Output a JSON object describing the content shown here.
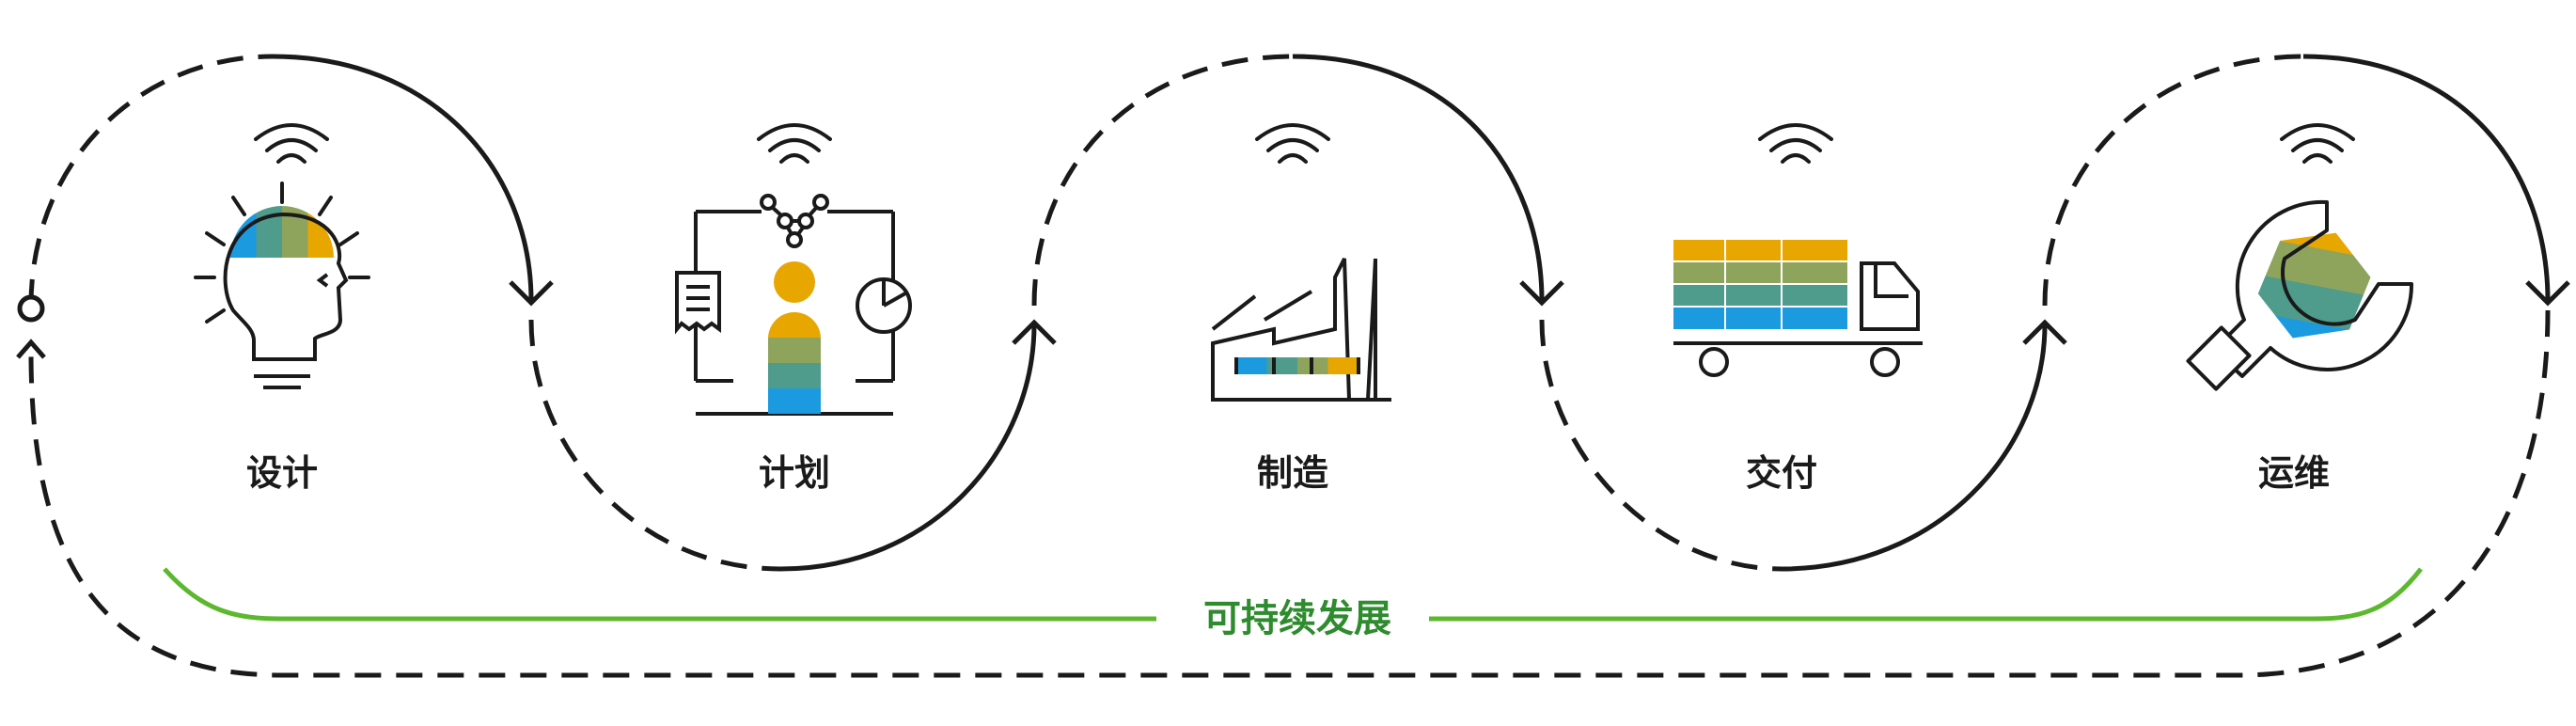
{
  "stages": [
    {
      "label": "设计",
      "icon": "lightbulb-head-icon"
    },
    {
      "label": "计划",
      "icon": "planner-person-icon"
    },
    {
      "label": "制造",
      "icon": "factory-icon"
    },
    {
      "label": "交付",
      "icon": "delivery-truck-icon"
    },
    {
      "label": "运维",
      "icon": "wrench-icon"
    }
  ],
  "sustainability_label": "可持续发展",
  "colors": {
    "loop_line": "#1a1a1a",
    "sustainability_arc": "#5cb82e",
    "sustainability_text": "#2e8b2e",
    "palette": [
      "#1b9ae0",
      "#4f9b8c",
      "#8ea45c",
      "#e8a600"
    ]
  }
}
